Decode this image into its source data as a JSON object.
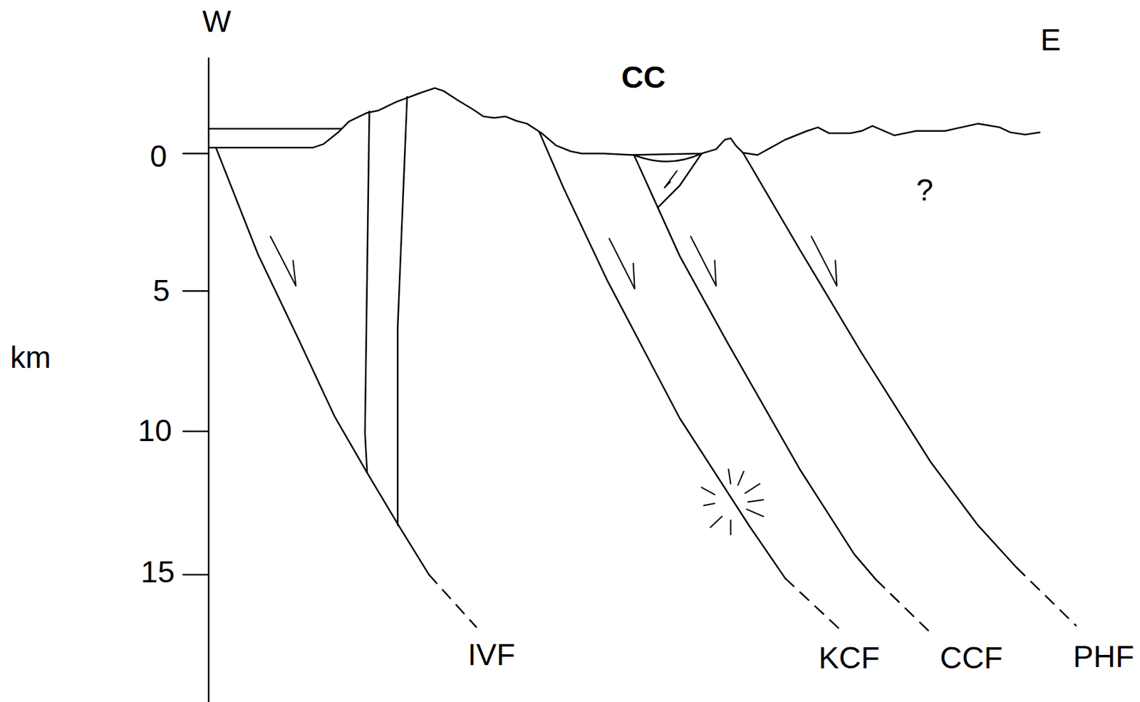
{
  "diagram": {
    "labels": [
      "W",
      "E",
      "CC",
      "0",
      "5",
      "10",
      "15",
      "km",
      "?",
      "IVF",
      "KCF",
      "CCF",
      "PHF"
    ]
  }
}
